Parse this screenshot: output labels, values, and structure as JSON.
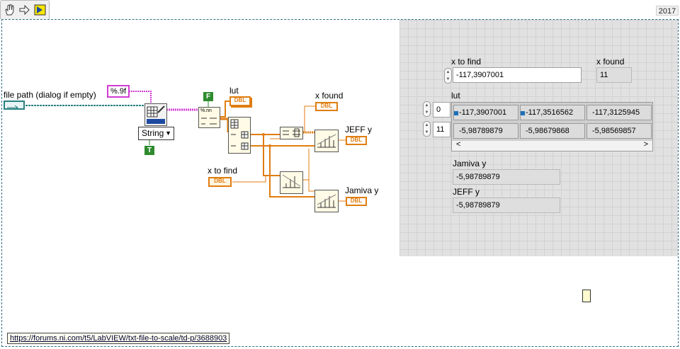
{
  "toolbar": {
    "icons": [
      "hand-icon",
      "arrow-icon",
      "run-icon"
    ],
    "version": "2017"
  },
  "block_diagram": {
    "file_path_label": "file path (dialog if empty)",
    "format_constant": "%.9f",
    "string_selector": "String",
    "lut_label": "lut",
    "x_found_label": "x found",
    "x_to_find_label": "x to find",
    "jeff_label": "JEFF y",
    "jamiva_label": "Jamiva y",
    "dbl": "DBL",
    "false_const": "F",
    "true_const": "T",
    "format_node": "%.nn"
  },
  "front_panel": {
    "x_to_find_label": "x to find",
    "x_to_find_value": "-117,3907001",
    "x_found_label": "x found",
    "x_found_value": "11",
    "lut_label": "lut",
    "lut_index_row": "0",
    "lut_index_col": "11",
    "lut_rows": [
      [
        "-117,3907001",
        "-117,3516562",
        "-117,3125945"
      ],
      [
        "-5,98789879",
        "-5,98679868",
        "-5,98569857"
      ]
    ],
    "jamiva_label": "Jamiva y",
    "jamiva_value": "-5,98789879",
    "jeff_label": "JEFF y",
    "jeff_value": "-5,98789879",
    "scroll_left": "<",
    "scroll_right": ">"
  },
  "link": "https://forums.ni.com/t5/LabVIEW/txt-file-to-scale/td-p/3688903",
  "colors": {
    "orange_wire": "#e07d10",
    "pink_wire": "#d23cd2",
    "teal_wire": "#2a8080",
    "frame": "#2d6e88"
  }
}
